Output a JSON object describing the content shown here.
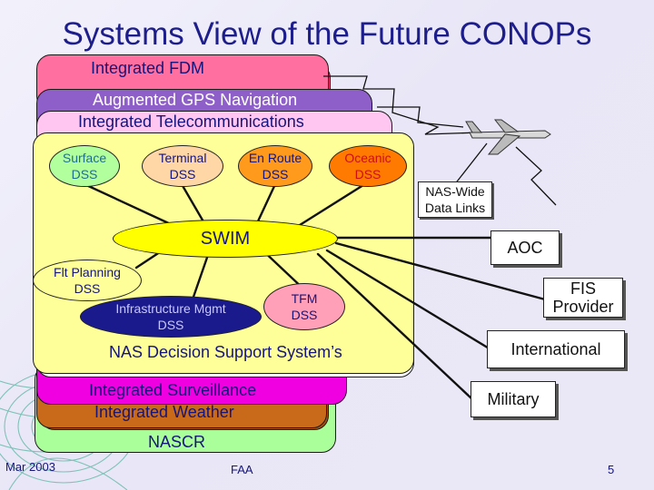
{
  "title": "Systems View of the Future CONOPs",
  "layers": {
    "fdm": "Integrated FDM",
    "gps": "Augmented GPS Navigation",
    "telecom": "Integrated Telecommunications",
    "surveillance": "Integrated Surveillance",
    "weather": "Integrated Weather",
    "nascr": "NASCR"
  },
  "dss": {
    "surface": [
      "Surface",
      "DSS"
    ],
    "terminal": [
      "Terminal",
      "DSS"
    ],
    "enroute": [
      "En Route",
      "DSS"
    ],
    "oceanic": [
      "Oceanic",
      "DSS"
    ],
    "swim": "SWIM",
    "flt_planning": [
      "Flt Planning",
      "DSS"
    ],
    "infra": [
      "Infrastructure Mgmt",
      "DSS"
    ],
    "tfm": [
      "TFM",
      "DSS"
    ],
    "nas_dss": "NAS Decision Support System’s"
  },
  "external": {
    "data_links": [
      "NAS-Wide",
      "Data Links"
    ],
    "aoc": "AOC",
    "fis": [
      "FIS",
      "Provider"
    ],
    "international": "International",
    "military": "Military"
  },
  "footer": {
    "date": "Mar 2003",
    "org": "FAA",
    "page": "5"
  },
  "colors": {
    "title": "#1d1d8c",
    "fdm": "#ff6f9f",
    "gps": "#8f5fc9",
    "telecom": "#ffc6f2",
    "nas": "#ffff9a",
    "surveillance": "#f000e0",
    "weather": "#c86a1a",
    "nascr": "#aaff9a",
    "swim": "#ffff00"
  }
}
